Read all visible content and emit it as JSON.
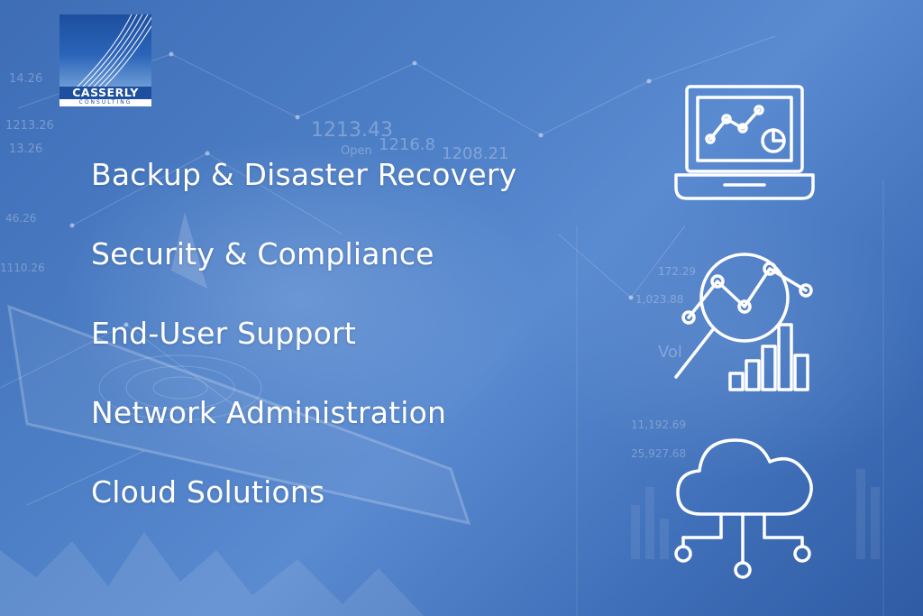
{
  "logo": {
    "name": "CASSERLY",
    "tagline": "CONSULTING"
  },
  "services": [
    {
      "label": "Backup & Disaster Recovery"
    },
    {
      "label": "Security & Compliance"
    },
    {
      "label": "End-User Support"
    },
    {
      "label": "Network Administration"
    },
    {
      "label": "Cloud Solutions"
    }
  ],
  "icons": [
    "laptop-analytics-icon",
    "magnifier-chart-icon",
    "cloud-network-icon"
  ],
  "colors": {
    "background": "#4a7bc3",
    "text": "#ffffff",
    "logo_blue": "#1d4f9e"
  },
  "background_numbers": [
    "1213.43",
    "1216.8",
    "1208.21",
    "1213.26",
    "172.29",
    "1,023.88",
    "11,192.69",
    "25,927.68",
    "14.26",
    "13.26",
    "1110.26",
    "46.26",
    "Open",
    "Vol"
  ]
}
